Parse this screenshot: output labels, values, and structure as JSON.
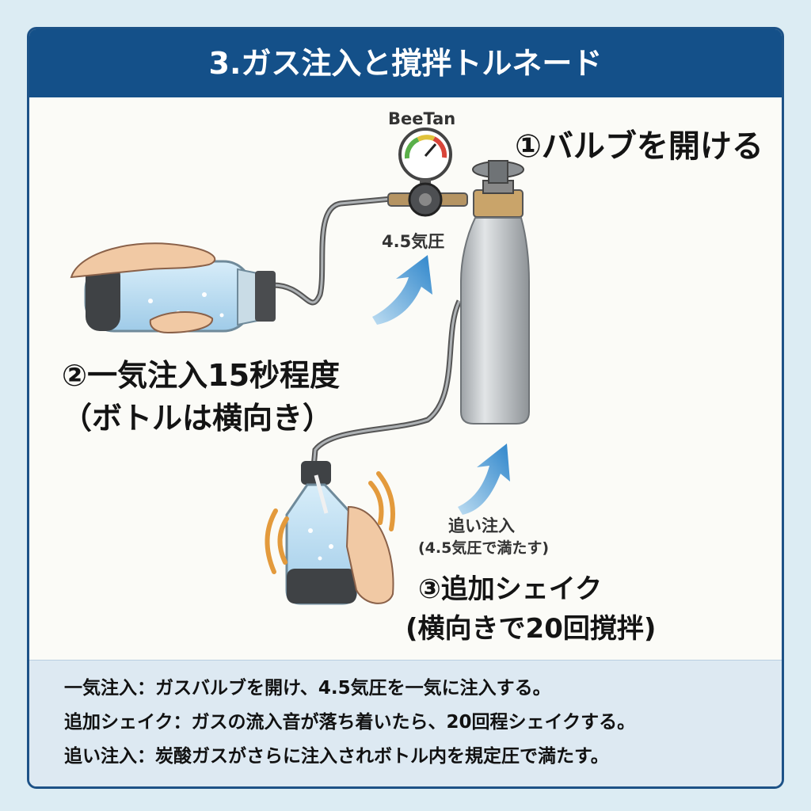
{
  "header": {
    "title": "3.ガス注入と撹拌トルネード"
  },
  "labels": {
    "brand": "BeeTan",
    "pressure": "4.5気圧",
    "step1": "①バルブを開ける",
    "step2_line1": "②一気注入15秒程度",
    "step2_line2": "（ボトルは横向き）",
    "followup_title": "追い注入",
    "followup_note": "(4.5気圧で満たす)",
    "step3_line1": "③追加シェイク",
    "step3_line2": "(横向きで20回撹拌)"
  },
  "footer": {
    "lines": [
      "一気注入：ガスバルブを開け、4.5気圧を一気に注入する。",
      "追加シェイク：ガスの流入音が落ち着いたら、20回程シェイクする。",
      "追い注入：炭酸ガスがさらに注入されボトル内を規定圧で満たす。"
    ]
  },
  "colors": {
    "header_bg": "#145089",
    "arrow": "#3a8fd0",
    "shake_marks": "#e39a3c",
    "cylinder": "#b9bdc0"
  }
}
